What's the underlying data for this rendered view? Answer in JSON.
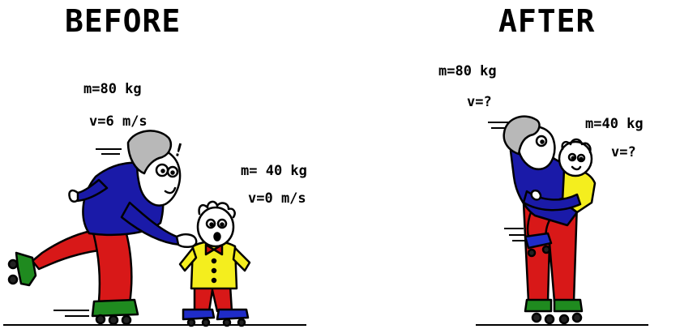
{
  "panels": {
    "before": {
      "title": "BEFORE",
      "grandmother": {
        "mass": "m=80 kg",
        "velocity": "v=6 m/s"
      },
      "child": {
        "mass": "m= 40 kg",
        "velocity": "v=0 m/s"
      },
      "exclamation": "!"
    },
    "after": {
      "title": "AFTER",
      "grandmother": {
        "mass": "m=80 kg",
        "velocity": "v=?"
      },
      "child": {
        "mass": "m=40 kg",
        "velocity": "v=?"
      }
    }
  },
  "colors": {
    "jacket": "#1a1aa8",
    "pants": "#d81818",
    "skate": "#1f8a1f",
    "child_shirt": "#f4ee1e",
    "child_skate": "#1f2cc8",
    "bowtie": "#c81010",
    "hair": "#b8b8b8",
    "skin": "#ffffff",
    "outline": "#000000"
  }
}
